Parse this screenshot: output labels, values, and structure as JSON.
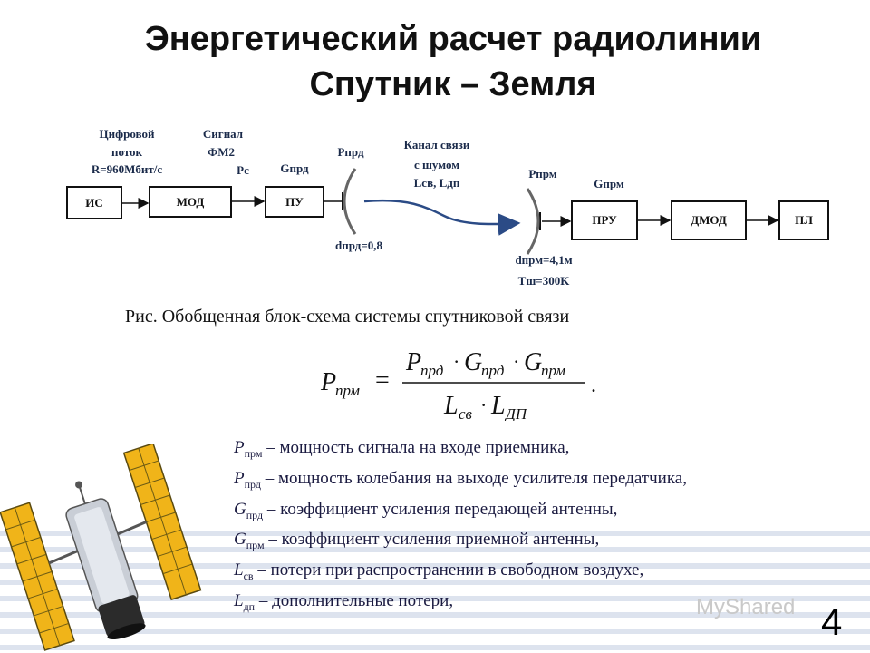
{
  "title": {
    "line1": "Энергетический расчет радиолинии",
    "line2": "Спутник – Земля"
  },
  "diagram": {
    "blocks": {
      "is": "ИС",
      "mod": "МОД",
      "pu": "ПУ",
      "pru": "ПРУ",
      "dmod": "ДМОД",
      "pl": "ПЛ"
    },
    "digital_stream": [
      "Цифровой",
      "поток",
      "R=960Мбит/с"
    ],
    "signal": [
      "Сигнал",
      "ФМ2"
    ],
    "pc": "Pс",
    "g_tx": "Gпрд",
    "p_tx": "Pпрд",
    "channel": [
      "Канал связи",
      "с шумом",
      "Lсв, Lдп"
    ],
    "p_rx": "Pпрм",
    "g_rx": "Gпрм",
    "d_tx": "dпрд=0,8",
    "d_rx": "dпрм=4,1м",
    "t_noise": "Tш=300K"
  },
  "caption": "Рис. Обобщенная блок-схема системы спутниковой связи",
  "formula": {
    "lhs_main": "P",
    "lhs_sub": "прм",
    "num": [
      {
        "main": "P",
        "sub": "прд"
      },
      {
        "main": "G",
        "sub": "прд"
      },
      {
        "main": "G",
        "sub": "прм"
      }
    ],
    "den": [
      {
        "main": "L",
        "sub": "св"
      },
      {
        "main": "L",
        "sub": "ДП"
      }
    ]
  },
  "definitions": [
    {
      "sym": "P",
      "sub": "прм",
      "text": " – мощность сигнала на входе приемника,"
    },
    {
      "sym": "P",
      "sub": "прд",
      "text": " – мощность колебания на выходе усилителя передатчика,"
    },
    {
      "sym": "G",
      "sub": "прд",
      "text": " – коэффициент усиления передающей антенны,"
    },
    {
      "sym": "G",
      "sub": "прм",
      "text": " – коэффициент усиления приемной антенны,"
    },
    {
      "sym": "L",
      "sub": "св",
      "text": " – потери при распространении в свободном воздухе,"
    },
    {
      "sym": "L",
      "sub": "дп",
      "text": " – дополнительные потери,"
    }
  ],
  "watermark": "MyShared",
  "page_number": "4"
}
